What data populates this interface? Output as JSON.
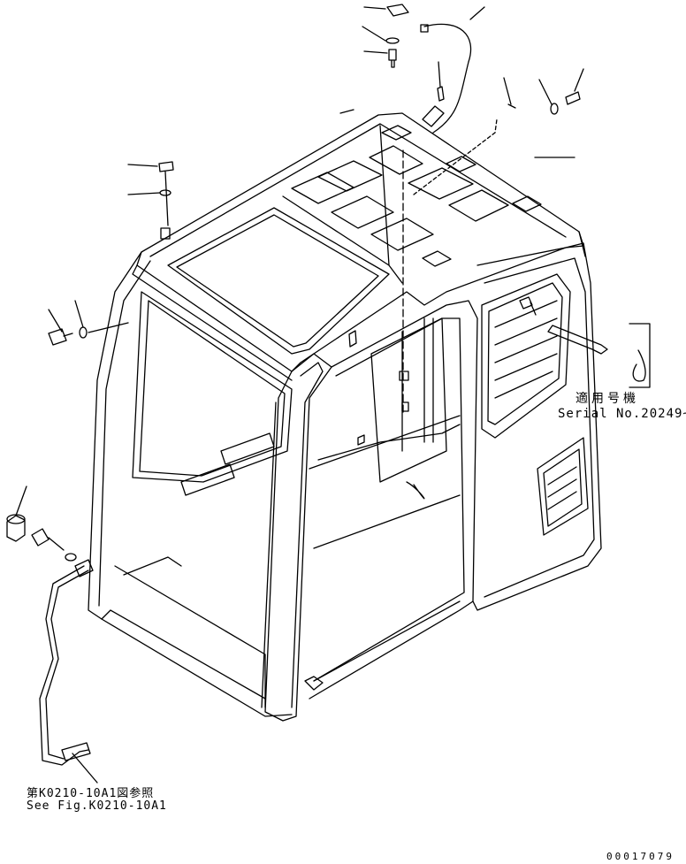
{
  "serial_note": {
    "japanese": "適用号機",
    "english": "Serial No.20249~"
  },
  "reference_note": {
    "japanese": "第K0210-10A1図参照",
    "english": "See Fig.K0210-10A1"
  },
  "document_id": "00017079"
}
